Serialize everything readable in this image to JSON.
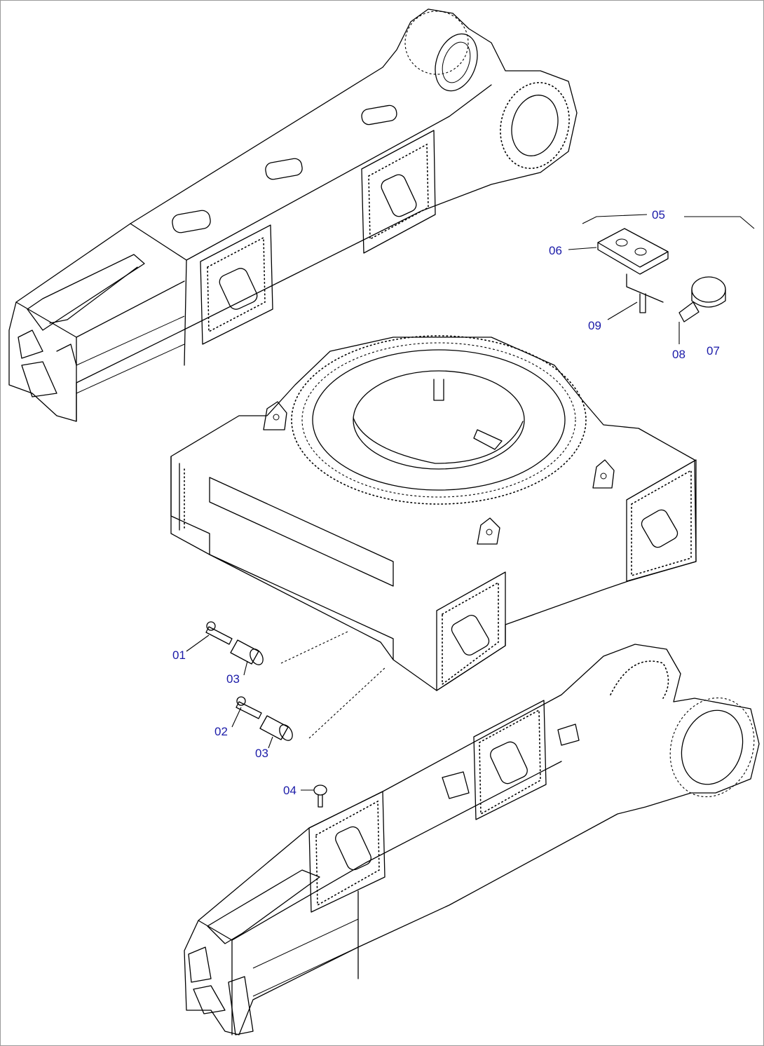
{
  "labels": {
    "l01": "01",
    "l02": "02",
    "l03a": "03",
    "l03b": "03",
    "l04": "04",
    "l05": "05",
    "l06": "06",
    "l07": "07",
    "l08": "08",
    "l09": "09"
  },
  "colors": {
    "label": "#1a1aa8",
    "line": "#000000"
  }
}
